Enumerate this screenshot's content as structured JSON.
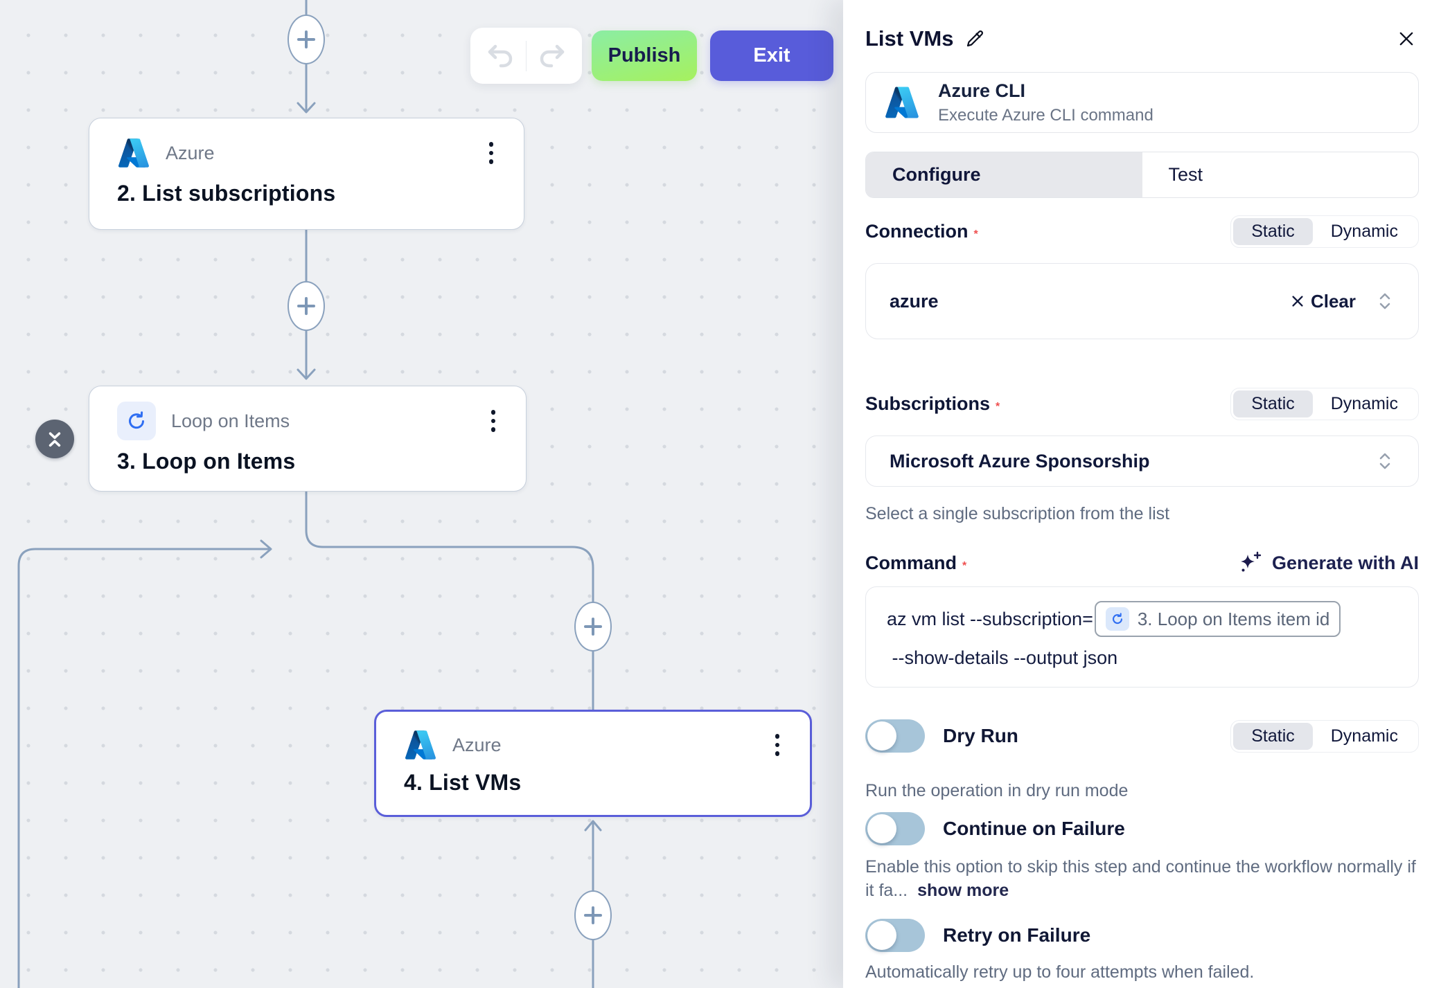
{
  "toolbar": {
    "publish_label": "Publish",
    "exit_label": "Exit"
  },
  "canvas": {
    "nodes": [
      {
        "app": "Azure",
        "title": "2. List subscriptions"
      },
      {
        "app": "Loop on Items",
        "title": "3. Loop on Items"
      },
      {
        "app": "Azure",
        "title": "4. List VMs"
      }
    ]
  },
  "panel": {
    "title": "List VMs",
    "app": {
      "name": "Azure CLI",
      "description": "Execute Azure CLI command"
    },
    "tabs": {
      "configure": "Configure",
      "test": "Test"
    },
    "mode_toggle": {
      "static": "Static",
      "dynamic": "Dynamic"
    },
    "connection": {
      "label": "Connection",
      "required": "*",
      "value": "azure",
      "clear_label": "Clear"
    },
    "subscriptions": {
      "label": "Subscriptions",
      "required": "*",
      "value": "Microsoft Azure Sponsorship",
      "helper": "Select a single subscription from the list"
    },
    "command": {
      "label": "Command",
      "required": "*",
      "generate_label": "Generate with AI",
      "line1": "az vm list --subscription=",
      "chip": "3. Loop on Items item id",
      "line2": " --show-details --output json"
    },
    "dry_run": {
      "label": "Dry Run",
      "helper": "Run the operation in dry run mode"
    },
    "continue_on_failure": {
      "label": "Continue on Failure",
      "helper": "Enable this option to skip this step and continue the workflow normally if it fa...",
      "show_more": "show more"
    },
    "retry_on_failure": {
      "label": "Retry on Failure",
      "helper": "Automatically retry up to four attempts when failed."
    }
  }
}
